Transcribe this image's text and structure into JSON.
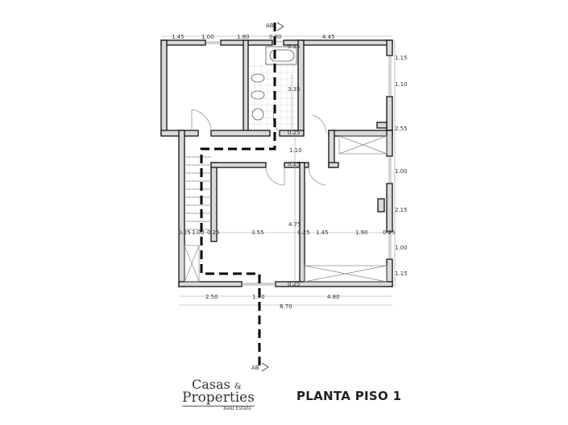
{
  "title": "PLANTA PISO 1",
  "logo": {
    "line1": "Casas",
    "amp": "&",
    "line2": "Properties",
    "line3": "Real Estate"
  },
  "section_marker": "AB",
  "dimensions": {
    "top": [
      "1.45",
      "1.00",
      "1.80",
      "0.80",
      "4.45"
    ],
    "right": [
      "1.15",
      "1.10",
      "2.55",
      "1.00",
      "2.15",
      "1.00",
      "1.15"
    ],
    "bottom": [
      "2.50",
      "1.40",
      "4.80"
    ],
    "total": "8.70",
    "middle_row": [
      "0.25",
      "1.00",
      "0.25",
      "3.55",
      "0.25",
      "1.45",
      "1.90",
      "0.25"
    ],
    "bath_height": "3.35",
    "hall_height": "1.10",
    "living_height": "4.75",
    "wall_bath_top": "0.25",
    "wall_bath_bottom": "0.25",
    "wall_hall": "0.25",
    "wall_bottom": "0.25"
  }
}
